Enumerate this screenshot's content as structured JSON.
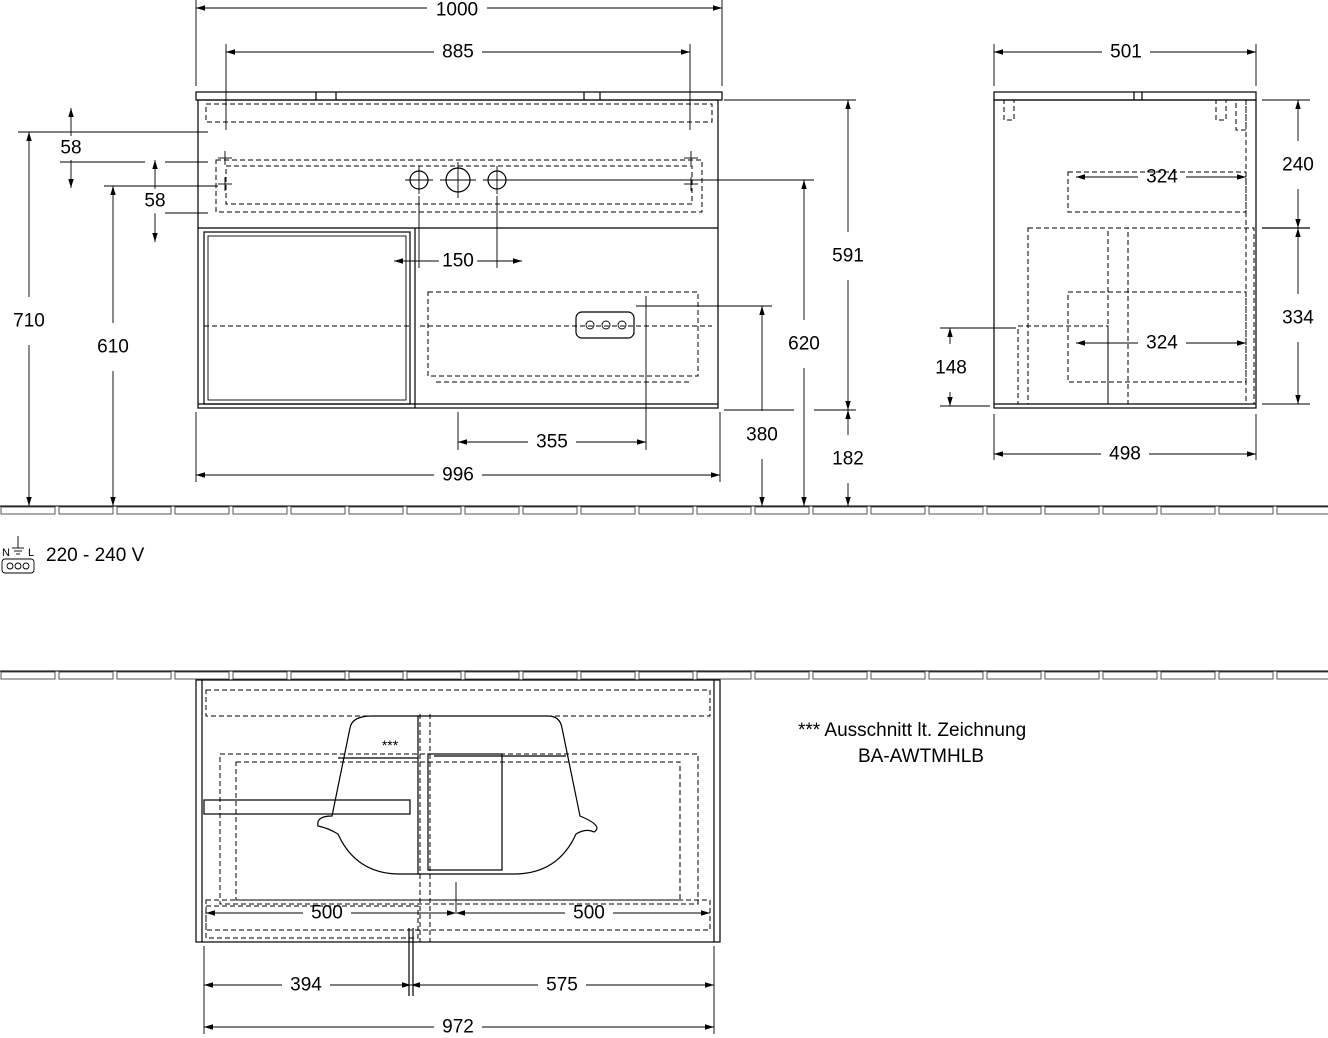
{
  "front_view": {
    "dims": {
      "overall_width": "1000",
      "basin_width": "885",
      "top_offset_a": "58",
      "top_offset_b": "58",
      "total_height": "710",
      "drain_height": "610",
      "tap_spacing": "150",
      "body_height": "591",
      "supply_height": "620",
      "socket_height": "380",
      "socket_offset": "355",
      "body_width": "996",
      "foot_height": "182"
    }
  },
  "side_view": {
    "dims": {
      "depth_top": "501",
      "upper_height": "240",
      "upper_drawer_depth": "324",
      "lower_height": "334",
      "lower_drawer_depth": "324",
      "socket_height": "148",
      "depth_bottom": "498"
    }
  },
  "electrical": {
    "icon": "power-socket-icon",
    "earth_label": "⊥",
    "n_label": "N",
    "l_label": "L",
    "voltage": "220 - 240 V"
  },
  "plan_view": {
    "cutout_mark": "***",
    "dims": {
      "left_half": "500",
      "right_half": "500",
      "left_width": "394",
      "right_width": "575",
      "total_width": "972"
    }
  },
  "note": {
    "line1": "*** Ausschnitt lt. Zeichnung",
    "line2": "BA-AWTMHLB"
  }
}
